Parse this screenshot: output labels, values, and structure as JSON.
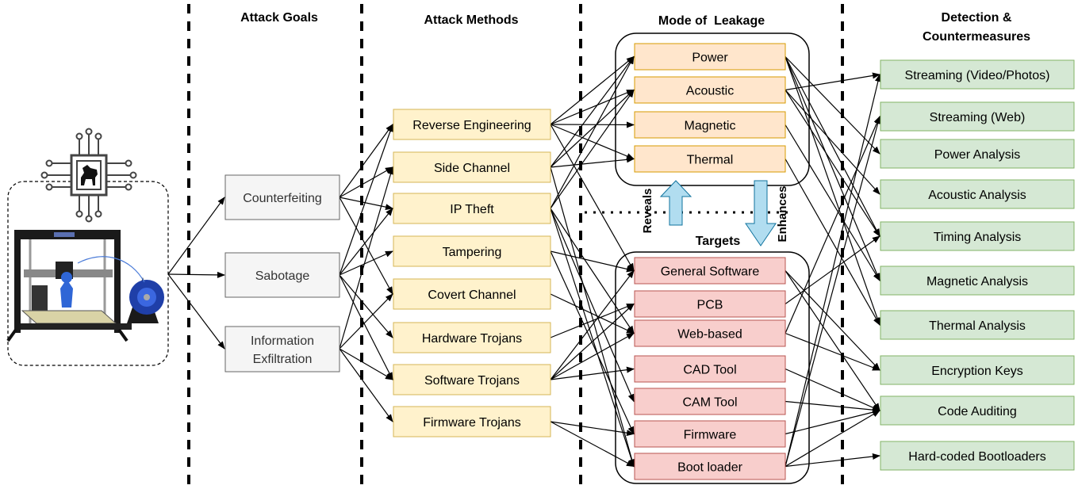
{
  "headers": {
    "attack_goals": "Attack Goals",
    "attack_methods": "Attack Methods",
    "mode_of_leakage": "Mode of  Leakage",
    "detection_line1": "Detection &",
    "detection_line2": "Countermeasures"
  },
  "goals": [
    "Counterfeiting",
    "Sabotage",
    "Information",
    "Exfiltration"
  ],
  "methods": [
    "Reverse Engineering",
    "Side Channel",
    "IP Theft",
    "Tampering",
    "Covert Channel",
    "Hardware Trojans",
    "Software Trojans",
    "Firmware Trojans"
  ],
  "leakage": [
    "Power",
    "Acoustic",
    "Magnetic",
    "Thermal"
  ],
  "targets_label": "Targets",
  "targets": [
    "General Software",
    "PCB",
    "Web-based",
    "CAD Tool",
    "CAM Tool",
    "Firmware",
    "Boot loader"
  ],
  "reveals_label": "Reveals",
  "enhances_label": "Enhances",
  "countermeasures": [
    "Streaming (Video/Photos)",
    "Streaming (Web)",
    "Power Analysis",
    "Acoustic Analysis",
    "Timing Analysis",
    "Magnetic Analysis",
    "Thermal Analysis",
    "Encryption Keys",
    "Code Auditing",
    "Hard-coded Bootloaders"
  ],
  "colors": {
    "goal_fill": "#f5f5f5",
    "goal_stroke": "#666666",
    "method_fill": "#fff2cc",
    "method_stroke": "#d6b656",
    "leak_fill": "#ffe6cc",
    "leak_stroke": "#d79b00",
    "target_fill": "#f8cecc",
    "target_stroke": "#b85450",
    "cm_fill": "#d5e8d4",
    "cm_stroke": "#82b366",
    "arrow_fill": "#b1ddf0",
    "arrow_stroke": "#10739e"
  }
}
